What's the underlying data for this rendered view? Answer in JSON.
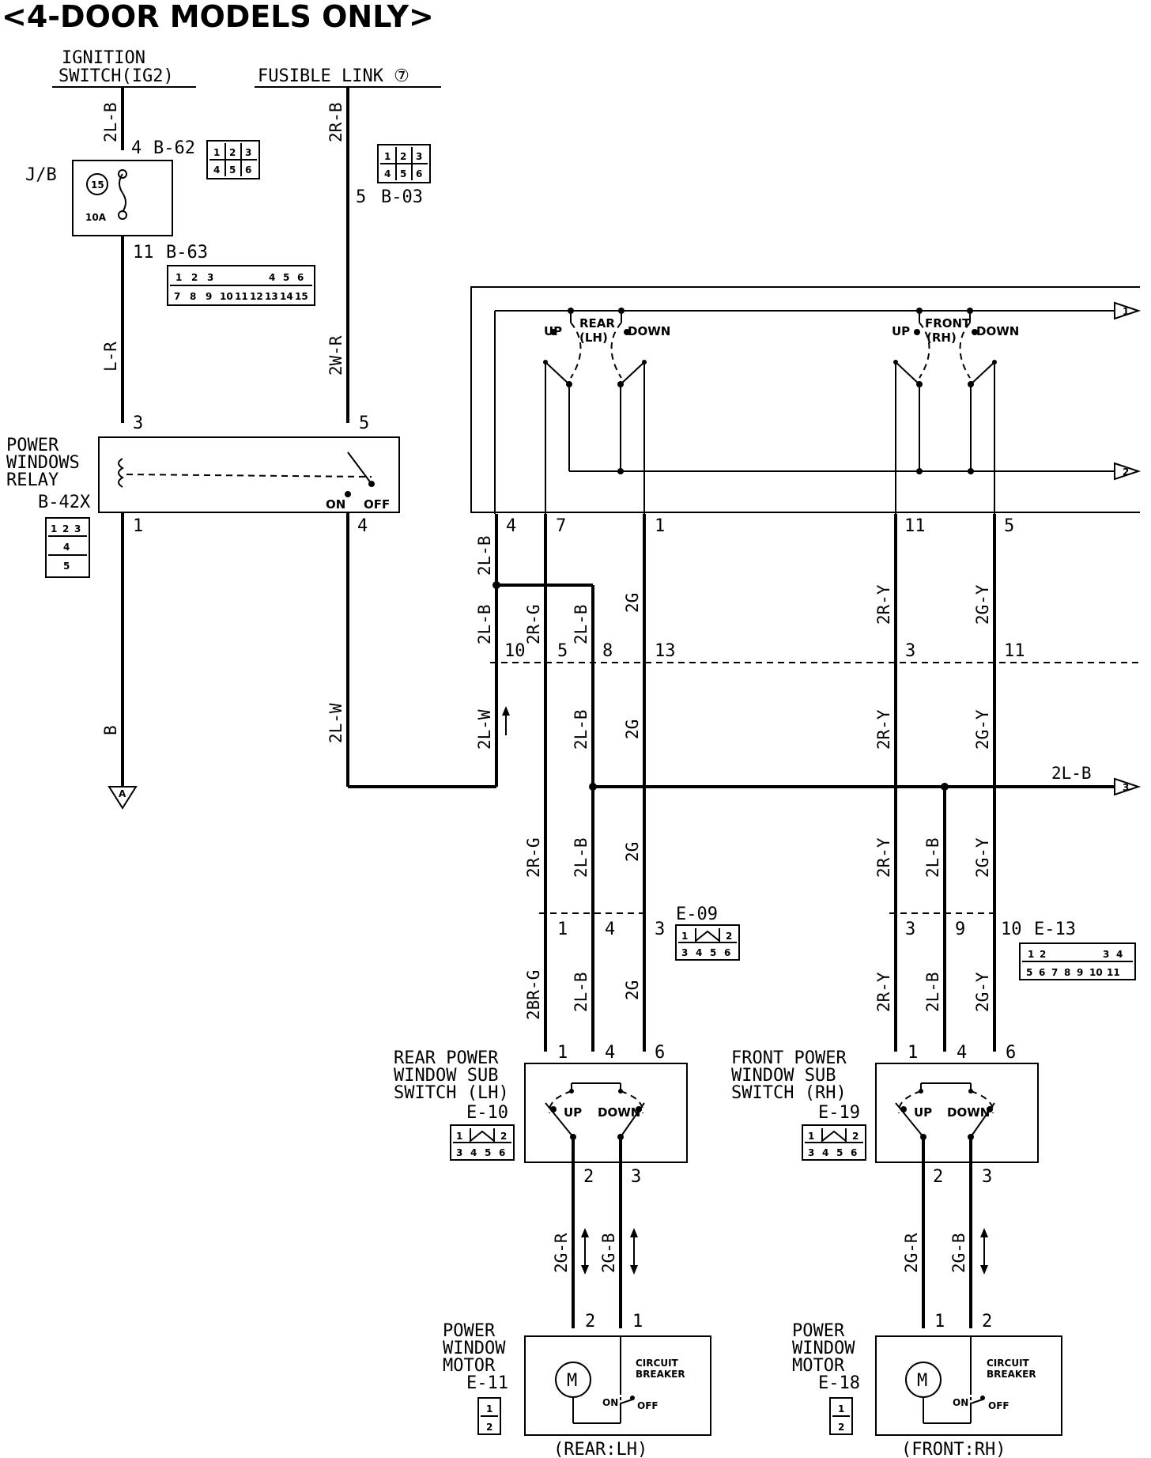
{
  "title": "<4-DOOR MODELS ONLY>",
  "sources": {
    "ignition_line1": "IGNITION",
    "ignition_line2": "SWITCH(IG2)",
    "fusible": "FUSIBLE LINK ⑦"
  },
  "jb": {
    "label": "J/B",
    "fuse_no": "15",
    "fuse_rating": "10A"
  },
  "connectors": {
    "b62": "B-62",
    "b03": "B-03",
    "b63": "B-63",
    "b42x": "B-42X",
    "e09": "E-09",
    "e13": "E-13",
    "e10": "E-10",
    "e19": "E-19",
    "e11": "E-11",
    "e18": "E-18"
  },
  "connector_grids": {
    "b62": [
      "1",
      "2",
      "3",
      "4",
      "5",
      "6"
    ],
    "b03": [
      "1",
      "2",
      "3",
      "4",
      "5",
      "6"
    ],
    "b63_top": [
      "1",
      "2",
      "3",
      "4",
      "5",
      "6"
    ],
    "b63_bottom": [
      "7",
      "8",
      "9",
      "10",
      "11",
      "12",
      "13",
      "14",
      "15"
    ],
    "b42x": [
      "1",
      "2",
      "3",
      "4",
      "5"
    ],
    "e09": [
      "1",
      "2",
      "3",
      "4",
      "5",
      "6"
    ],
    "e13_top": [
      "1",
      "2",
      "3",
      "4"
    ],
    "e13_bottom": [
      "5",
      "6",
      "7",
      "8",
      "9",
      "10",
      "11"
    ],
    "e10": [
      "1",
      "2",
      "3",
      "4",
      "5",
      "6"
    ],
    "e19": [
      "1",
      "2",
      "3",
      "4",
      "5",
      "6"
    ],
    "e11": [
      "1",
      "2"
    ],
    "e18": [
      "1",
      "2"
    ]
  },
  "relay": {
    "line1": "POWER",
    "line2": "WINDOWS",
    "line3": "RELAY",
    "on": "ON",
    "off": "OFF"
  },
  "wires": {
    "ig_2lb": "2L-B",
    "fl_2rb": "2R-B",
    "lr": "L-R",
    "w2wr": "2W-R",
    "b": "B",
    "l2w": "2L-W",
    "sw_2lb": "2L-B",
    "sw_2lb_b": "2L-B",
    "sw_2rg": "2R-G",
    "sw_2lb_c": "2L-B",
    "sw_2g": "2G",
    "sw_2ry": "2R-Y",
    "sw_2gy": "2G-Y",
    "mid_2lw": "2L-W",
    "mid_2lb": "2L-B",
    "mid_2g": "2G",
    "mid_2ry": "2R-Y",
    "mid_2gy": "2G-Y",
    "bus_2lb": "2L-B",
    "low_2rg": "2R-G",
    "low_2lb": "2L-B",
    "low_2g": "2G",
    "low_2ry": "2R-Y",
    "low_2lb_r": "2L-B",
    "low_2gy": "2G-Y",
    "e_2brg": "2BR-G",
    "e_2lb": "2L-B",
    "e_2g": "2G",
    "e_2ry": "2R-Y",
    "e_2lb_r": "2L-B",
    "e_2gy": "2G-Y",
    "m_2gr_l": "2G-R",
    "m_2gb_l": "2G-B",
    "m_2gr_r": "2G-R",
    "m_2gb_r": "2G-B"
  },
  "pins": {
    "p4": "4",
    "p5b03": "5",
    "p11": "11",
    "p3": "3",
    "p5": "5",
    "p1": "1",
    "p4r": "4",
    "sw4": "4",
    "sw7": "7",
    "sw1": "1",
    "sw11": "11",
    "sw5": "5",
    "j10": "10",
    "j5": "5",
    "j8": "8",
    "j13": "13",
    "j3": "3",
    "j11": "11",
    "e1": "1",
    "e4": "4",
    "e3": "3",
    "e3r": "3",
    "e9": "9",
    "e10p": "10",
    "s1": "1",
    "s4": "4",
    "s6": "6",
    "s2": "2",
    "s3": "3",
    "r1": "1",
    "r4": "4",
    "r6": "6",
    "r2": "2",
    "r3": "3",
    "m2": "2",
    "m1": "1",
    "m1r": "1",
    "m2r": "2"
  },
  "main_switch": {
    "rear_line1": "REAR",
    "rear_line2": "(LH)",
    "front_line1": "FRONT",
    "front_line2": "(RH)",
    "up": "UP",
    "down": "DOWN"
  },
  "offpage": [
    "1",
    "2",
    "3"
  ],
  "ground": "A",
  "sub_switch_lh": {
    "line1": "REAR POWER",
    "line2": "WINDOW SUB",
    "line3": "SWITCH (LH)",
    "up": "UP",
    "down": "DOWN"
  },
  "sub_switch_rh": {
    "line1": "FRONT POWER",
    "line2": "WINDOW SUB",
    "line3": "SWITCH (RH)",
    "up": "UP",
    "down": "DOWN"
  },
  "motor_lh": {
    "line1": "POWER",
    "line2": "WINDOW",
    "line3": "MOTOR",
    "symbol": "M",
    "cb1": "CIRCUIT",
    "cb2": "BREAKER",
    "on": "ON",
    "off": "OFF",
    "caption": "(REAR:LH)"
  },
  "motor_rh": {
    "line1": "POWER",
    "line2": "WINDOW",
    "line3": "MOTOR",
    "symbol": "M",
    "cb1": "CIRCUIT",
    "cb2": "BREAKER",
    "on": "ON",
    "off": "OFF",
    "caption": "(FRONT:RH)"
  }
}
